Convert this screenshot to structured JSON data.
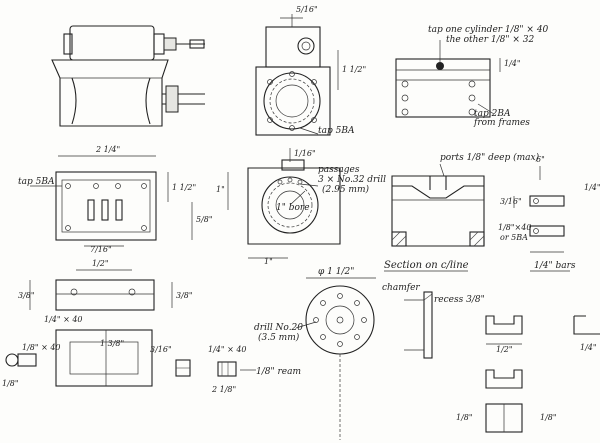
{
  "labels": {
    "tap_one_cylinder": "tap one cylinder 1/8\" × 40",
    "the_other": "the other 1/8\" × 32",
    "tap_2ba_from_frames": "tap 2BA\nfrom frames",
    "tap_5ba_top": "tap 5BA",
    "tap_5ba_left": "tap 5BA",
    "passages": "passages\n3 × No.32 drill\n(2.95 mm)",
    "ports_deep": "ports 1/8\" deep (max)",
    "bore": "1\" bore",
    "section_on_cline": "Section on c/line",
    "bars": "1/4\" bars",
    "chamfer": "chamfer",
    "recess": "recess 3/8\"",
    "drill_no20": "drill No.20\n(3.5 mm)",
    "ream": "1/8\" ream",
    "dia_half": "φ 1 1/2\"",
    "bar_spec": "1/8\" × 40\nor 5BA"
  },
  "dims": {
    "d_2_1_4": "2 1/4\"",
    "d_5_16_top": "5/16\"",
    "d_1_1_2a": "1 1/2\"",
    "d_1_1_2b": "1 1/2\"",
    "d_1a": "1\"",
    "d_1b": "1\"",
    "d_3_8a": "3/8\"",
    "d_3_8b": "3/8\"",
    "d_1_4a": "1/4\"",
    "d_1_4b": "1/4\"",
    "d_1_16": "1/16\"",
    "d_1_2a": "1/2\"",
    "d_5_8": "5/8\"",
    "d_7_16": "7/16\"",
    "d_1_3_8": "1 3/8\"",
    "d_3_16": "3/16\"",
    "d_1_8a": "1/8\"",
    "d_1_8b": "1/8\"",
    "d_1_8c": "1/8\"",
    "d_40": "1/4\" × 40",
    "d_40b": "1/8\" × 40",
    "d_40c": "1/4\" × 40",
    "d_2_1_8": "2 1/8\"",
    "d_6_bars": "6\"",
    "d_1_4_bar": "1/4\"",
    "d_3_16b": "3/16\""
  }
}
